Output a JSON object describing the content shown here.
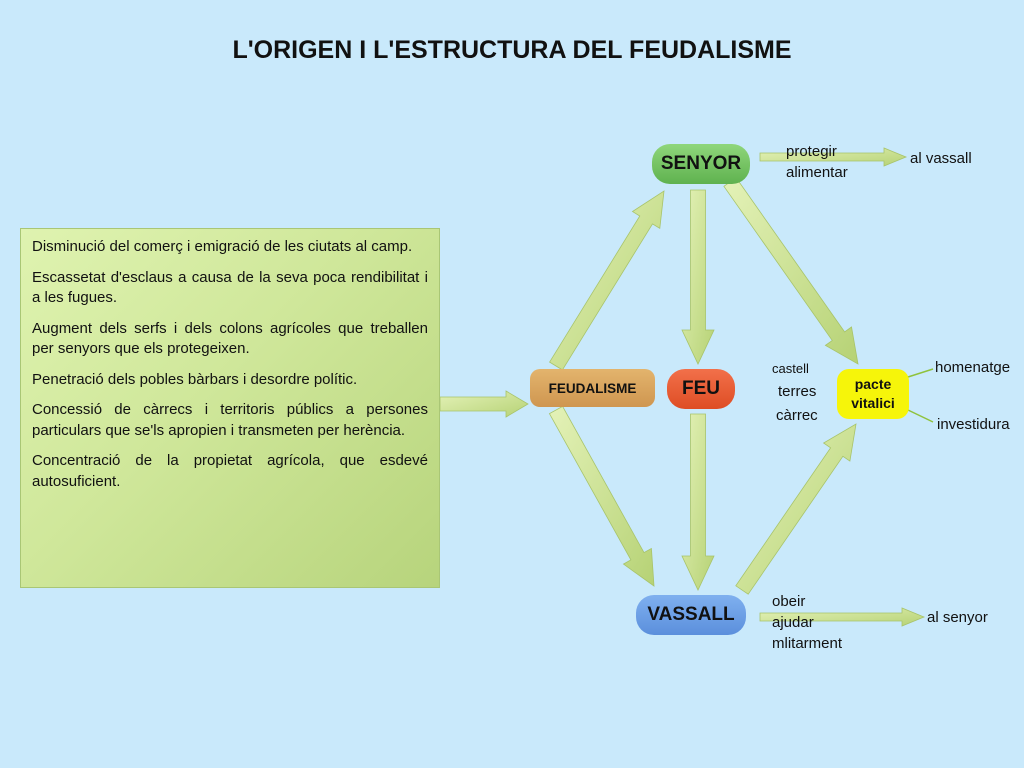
{
  "title": "L'ORIGEN I L'ESTRUCTURA DEL FEUDALISME",
  "causes": [
    "Disminució del comerç i emigració de les ciutats al camp.",
    "Escassetat d'esclaus a causa de la seva poca rendibilitat i a les fugues.",
    "Augment dels serfs i dels colons agrícoles que treballen per senyors que els protegeixen.",
    "Penetració dels pobles bàrbars i desordre polític.",
    "Concessió de càrrecs i territoris públics a persones particulars que se'ls apropien i transmeten per herència.",
    "Concentració de la propietat agrícola, que esdevé autosuficient."
  ],
  "nodes": {
    "feudalisme": "FEUDALISME",
    "senyor": "SENYOR",
    "feu": "FEU",
    "vassall": "VASSALL",
    "pacte_line1": "pacte",
    "pacte_line2": "vitalici"
  },
  "senyor_duties": {
    "line1": "protegir",
    "line2": "alimentar",
    "target": "al vassall"
  },
  "vassall_duties": {
    "line1": "obeir",
    "line2": "ajudar",
    "line3": "mlitarment",
    "target": "al senyor"
  },
  "feu_items": [
    "castell",
    "terres",
    "càrrec"
  ],
  "pacte_items": [
    "homenatge",
    "investidura"
  ],
  "colors": {
    "background": "#c9e9fb",
    "arrow": "#c6df8a",
    "senyor": "#6cc05a",
    "feu": "#e55a30",
    "vassall": "#6a9de4",
    "feudalisme": "#d9a55e",
    "pacte": "#f6f50a"
  }
}
